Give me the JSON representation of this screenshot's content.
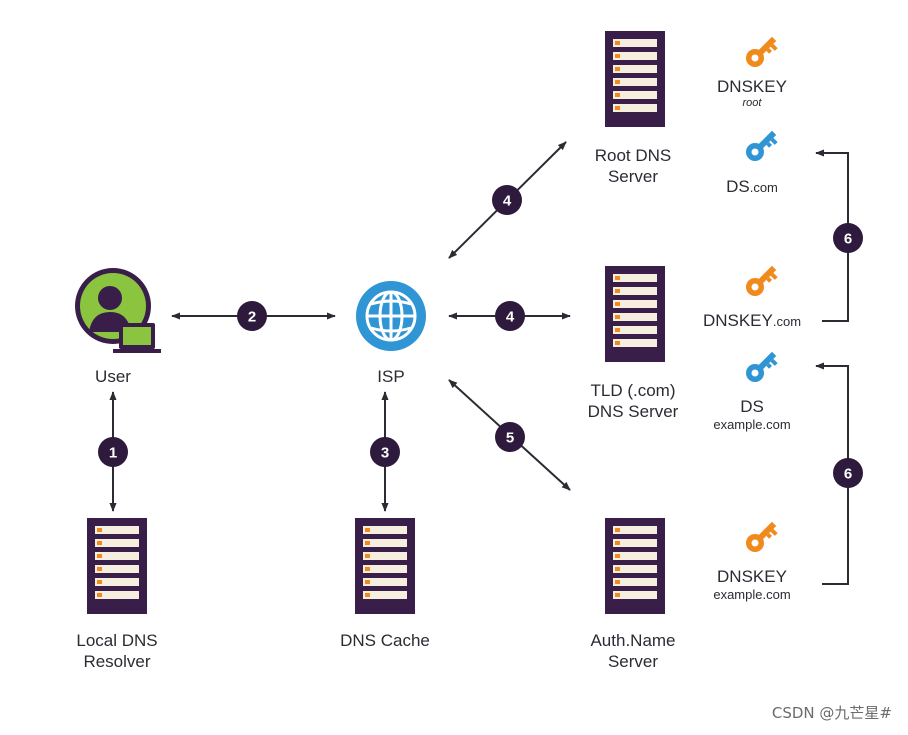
{
  "nodes": {
    "user": {
      "label": "User"
    },
    "isp": {
      "label": "ISP"
    },
    "root_dns": {
      "label_line1": "Root DNS",
      "label_line2": "Server"
    },
    "tld_dns": {
      "label_line1": "TLD (.com)",
      "label_line2": "DNS Server"
    },
    "local_dns": {
      "label_line1": "Local DNS",
      "label_line2": "Resolver"
    },
    "dns_cache": {
      "label": "DNS Cache"
    },
    "auth_name": {
      "label_line1": "Auth.Name",
      "label_line2": "Server"
    }
  },
  "keys": {
    "root_dnskey": {
      "main": "DNSKEY",
      "sub": "root",
      "color": "#f08a1c"
    },
    "ds_com": {
      "main": "DS",
      "sub": ".com",
      "color": "#2f95d4"
    },
    "dnskey_com": {
      "main": "DNSKEY",
      "sub": ".com",
      "color": "#f08a1c"
    },
    "ds_example": {
      "main": "DS",
      "sub": "example.com",
      "color": "#2f95d4"
    },
    "dnskey_example": {
      "main": "DNSKEY",
      "sub": "example.com",
      "color": "#f08a1c"
    }
  },
  "steps": {
    "step_1": "1",
    "step_2": "2",
    "step_3": "3",
    "step_4a": "4",
    "step_4b": "4",
    "step_5": "5",
    "step_6a": "6",
    "step_6b": "6"
  },
  "colors": {
    "server_body": "#3a1e4a",
    "server_slot": "#f6efe0",
    "server_led": "#f08a1c",
    "step_badge": "#2d1a3c",
    "globe": "#2f95d4",
    "user_green": "#8bc53f",
    "arrow": "#2b2b33"
  },
  "watermark": "CSDN @九芒星#"
}
